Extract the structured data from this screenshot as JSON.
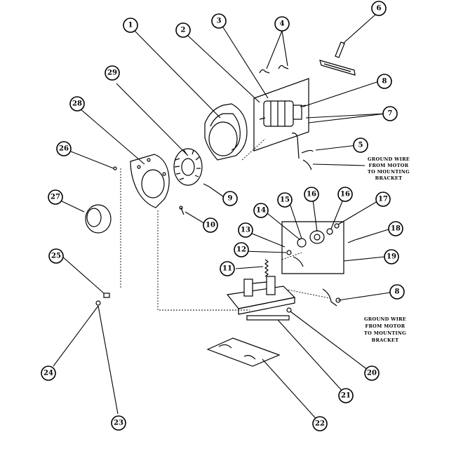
{
  "callouts": [
    {
      "id": "1",
      "label": "1"
    },
    {
      "id": "2",
      "label": "2"
    },
    {
      "id": "3",
      "label": "3"
    },
    {
      "id": "4",
      "label": "4"
    },
    {
      "id": "5",
      "label": "5"
    },
    {
      "id": "6",
      "label": "6"
    },
    {
      "id": "7",
      "label": "7"
    },
    {
      "id": "8",
      "label": "8"
    },
    {
      "id": "8b",
      "label": "8"
    },
    {
      "id": "9",
      "label": "9"
    },
    {
      "id": "10",
      "label": "10"
    },
    {
      "id": "11",
      "label": "11"
    },
    {
      "id": "12",
      "label": "12"
    },
    {
      "id": "13",
      "label": "13"
    },
    {
      "id": "14",
      "label": "14"
    },
    {
      "id": "15",
      "label": "15"
    },
    {
      "id": "16",
      "label": "16"
    },
    {
      "id": "16b",
      "label": "16"
    },
    {
      "id": "17",
      "label": "17"
    },
    {
      "id": "18",
      "label": "18"
    },
    {
      "id": "19",
      "label": "19"
    },
    {
      "id": "20",
      "label": "20"
    },
    {
      "id": "21",
      "label": "21"
    },
    {
      "id": "22",
      "label": "22"
    },
    {
      "id": "23",
      "label": "23"
    },
    {
      "id": "24",
      "label": "24"
    },
    {
      "id": "25",
      "label": "25"
    },
    {
      "id": "26",
      "label": "26"
    },
    {
      "id": "27",
      "label": "27"
    },
    {
      "id": "28",
      "label": "28"
    },
    {
      "id": "29",
      "label": "29"
    }
  ],
  "notes": {
    "upper": [
      "GROUND WIRE",
      "FROM MOTOR",
      "TO MOUNTING",
      "BRACKET"
    ],
    "lower": [
      "GROUND WIRE",
      "FROM MOTOR",
      "TO MOUNTING",
      "BRACKET"
    ]
  }
}
